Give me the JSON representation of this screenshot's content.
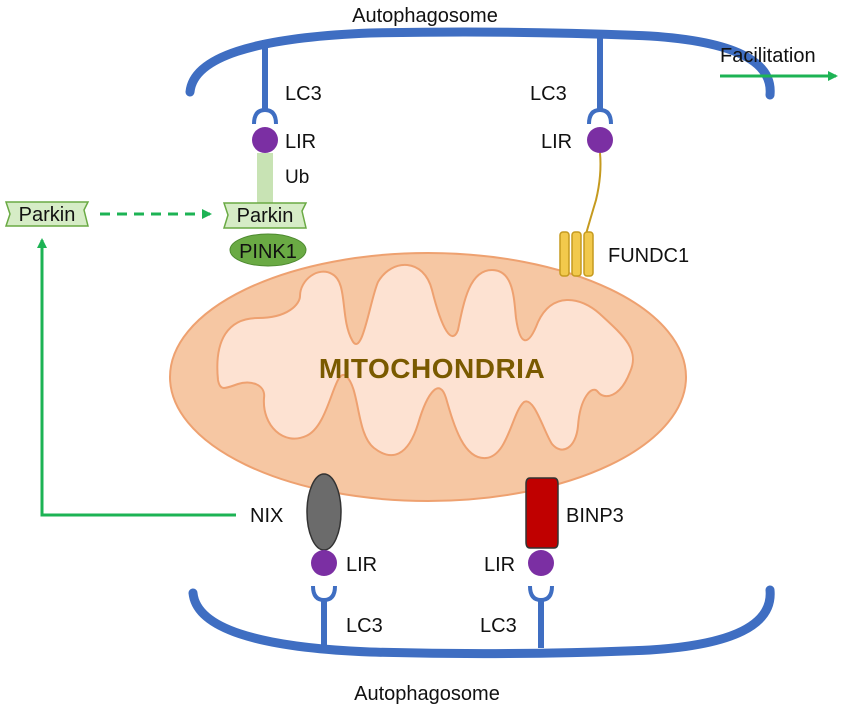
{
  "diagram": {
    "autophagosome_top": "Autophagosome",
    "autophagosome_bottom": "Autophagosome",
    "mitochondria": "MITOCHONDRIA",
    "legend": {
      "label": "Facilitation",
      "color": "#1db354"
    },
    "receptors": {
      "lc3_top_left": "LC3",
      "lc3_top_right": "LC3",
      "lc3_bottom_left": "LC3",
      "lc3_bottom_right": "LC3",
      "lir_top_left": "LIR",
      "lir_top_right": "LIR",
      "lir_bottom_left": "LIR",
      "lir_bottom_right": "LIR",
      "ub": "Ub",
      "parkin_free": "Parkin",
      "parkin_bound": "Parkin",
      "pink1": "PINK1",
      "fundc1": "FUNDC1",
      "nix": "NIX",
      "binp3": "BINP3"
    },
    "colors": {
      "membrane": "#3f6ec2",
      "lir": "#7b2fa3",
      "mito_outer": "#f6c7a3",
      "mito_inner": "#fde2d2",
      "mito_stroke": "#eea170",
      "parkin": "#d6ecc6",
      "pink1": "#6aaa44",
      "fundc1": "#f2c94c",
      "nix": "#6b6b6b",
      "binp3": "#c00000",
      "arrow": "#1db354"
    }
  }
}
